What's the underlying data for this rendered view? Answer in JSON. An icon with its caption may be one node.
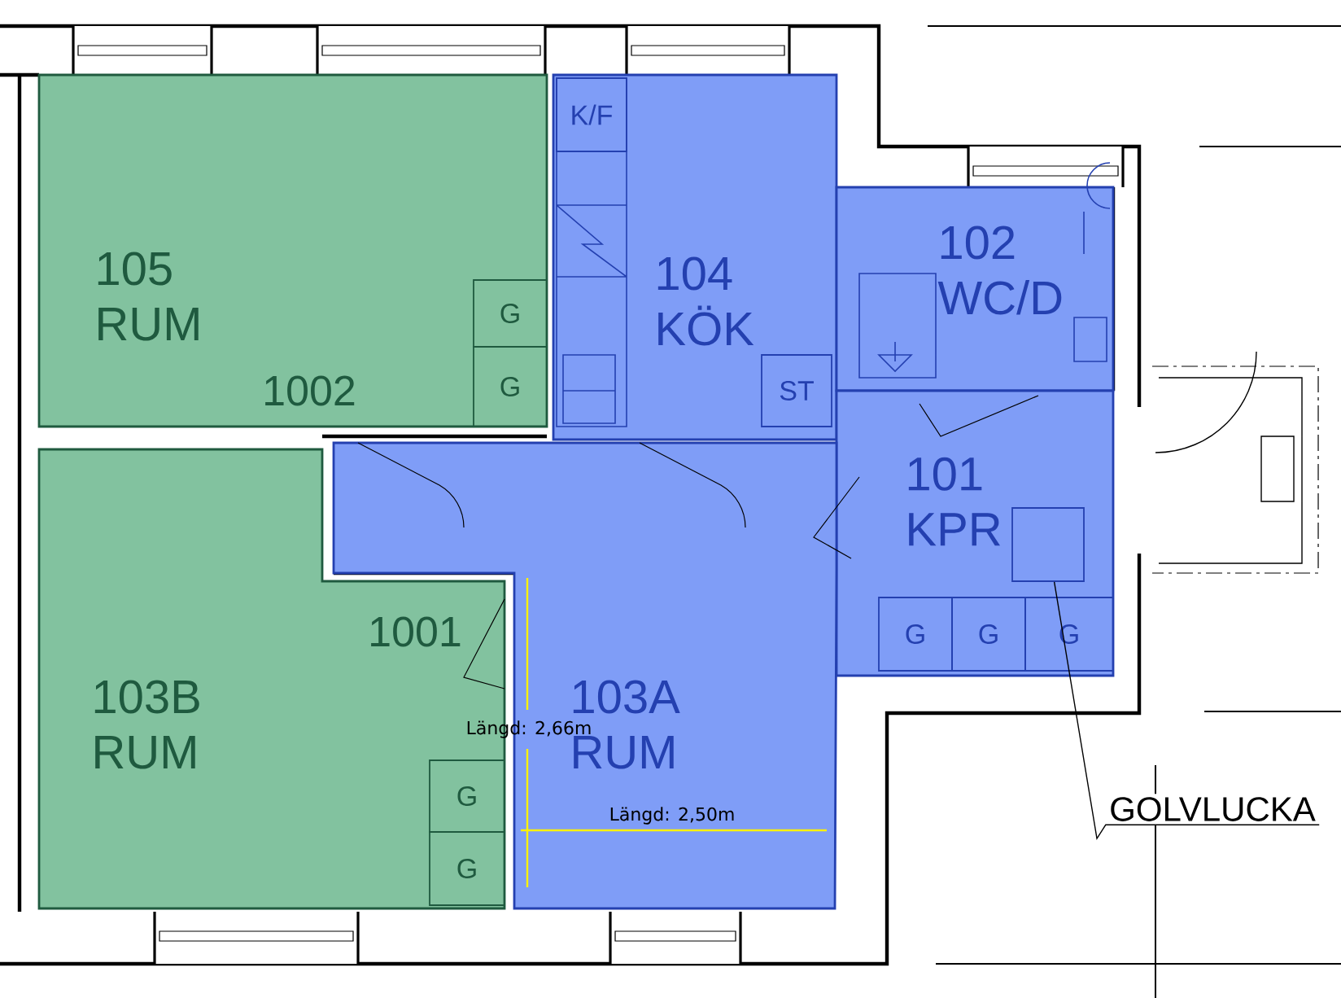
{
  "diagram": {
    "nodes": [
      {
        "text": [
          "105",
          "RUM"
        ]
      },
      {
        "text": [
          "G"
        ],
        "in": 0
      },
      {
        "text": [
          "G"
        ],
        "in": 0
      },
      {
        "text": [
          "104",
          "KÖK"
        ]
      },
      {
        "text": [
          "K/F"
        ],
        "in": 3
      },
      {
        "text": [
          "ST"
        ],
        "in": 3
      },
      {
        "text": [
          "102",
          "WC/D"
        ]
      },
      {
        "text": [
          "101",
          "KPR"
        ]
      },
      {
        "text": [
          "G"
        ],
        "in": 7
      },
      {
        "text": [
          "G"
        ],
        "in": 7
      },
      {
        "text": [
          "G"
        ],
        "in": 7
      },
      {
        "text": [],
        "shape": "box",
        "in": 7
      },
      {
        "text": [
          "103A",
          "RUM"
        ]
      },
      {
        "text": [
          "103B",
          "RUM"
        ]
      },
      {
        "text": [
          "G"
        ],
        "in": 13
      },
      {
        "text": [
          "G"
        ],
        "in": 13
      },
      {
        "text": [
          "GOLVLUCKA"
        ]
      }
    ],
    "edges": [
      {
        "from": 16,
        "to": 11,
        "arrow": "none"
      }
    ],
    "labels": [
      "1002",
      "1001",
      "Längd: 2,66m",
      "Längd: 2,50m"
    ]
  }
}
